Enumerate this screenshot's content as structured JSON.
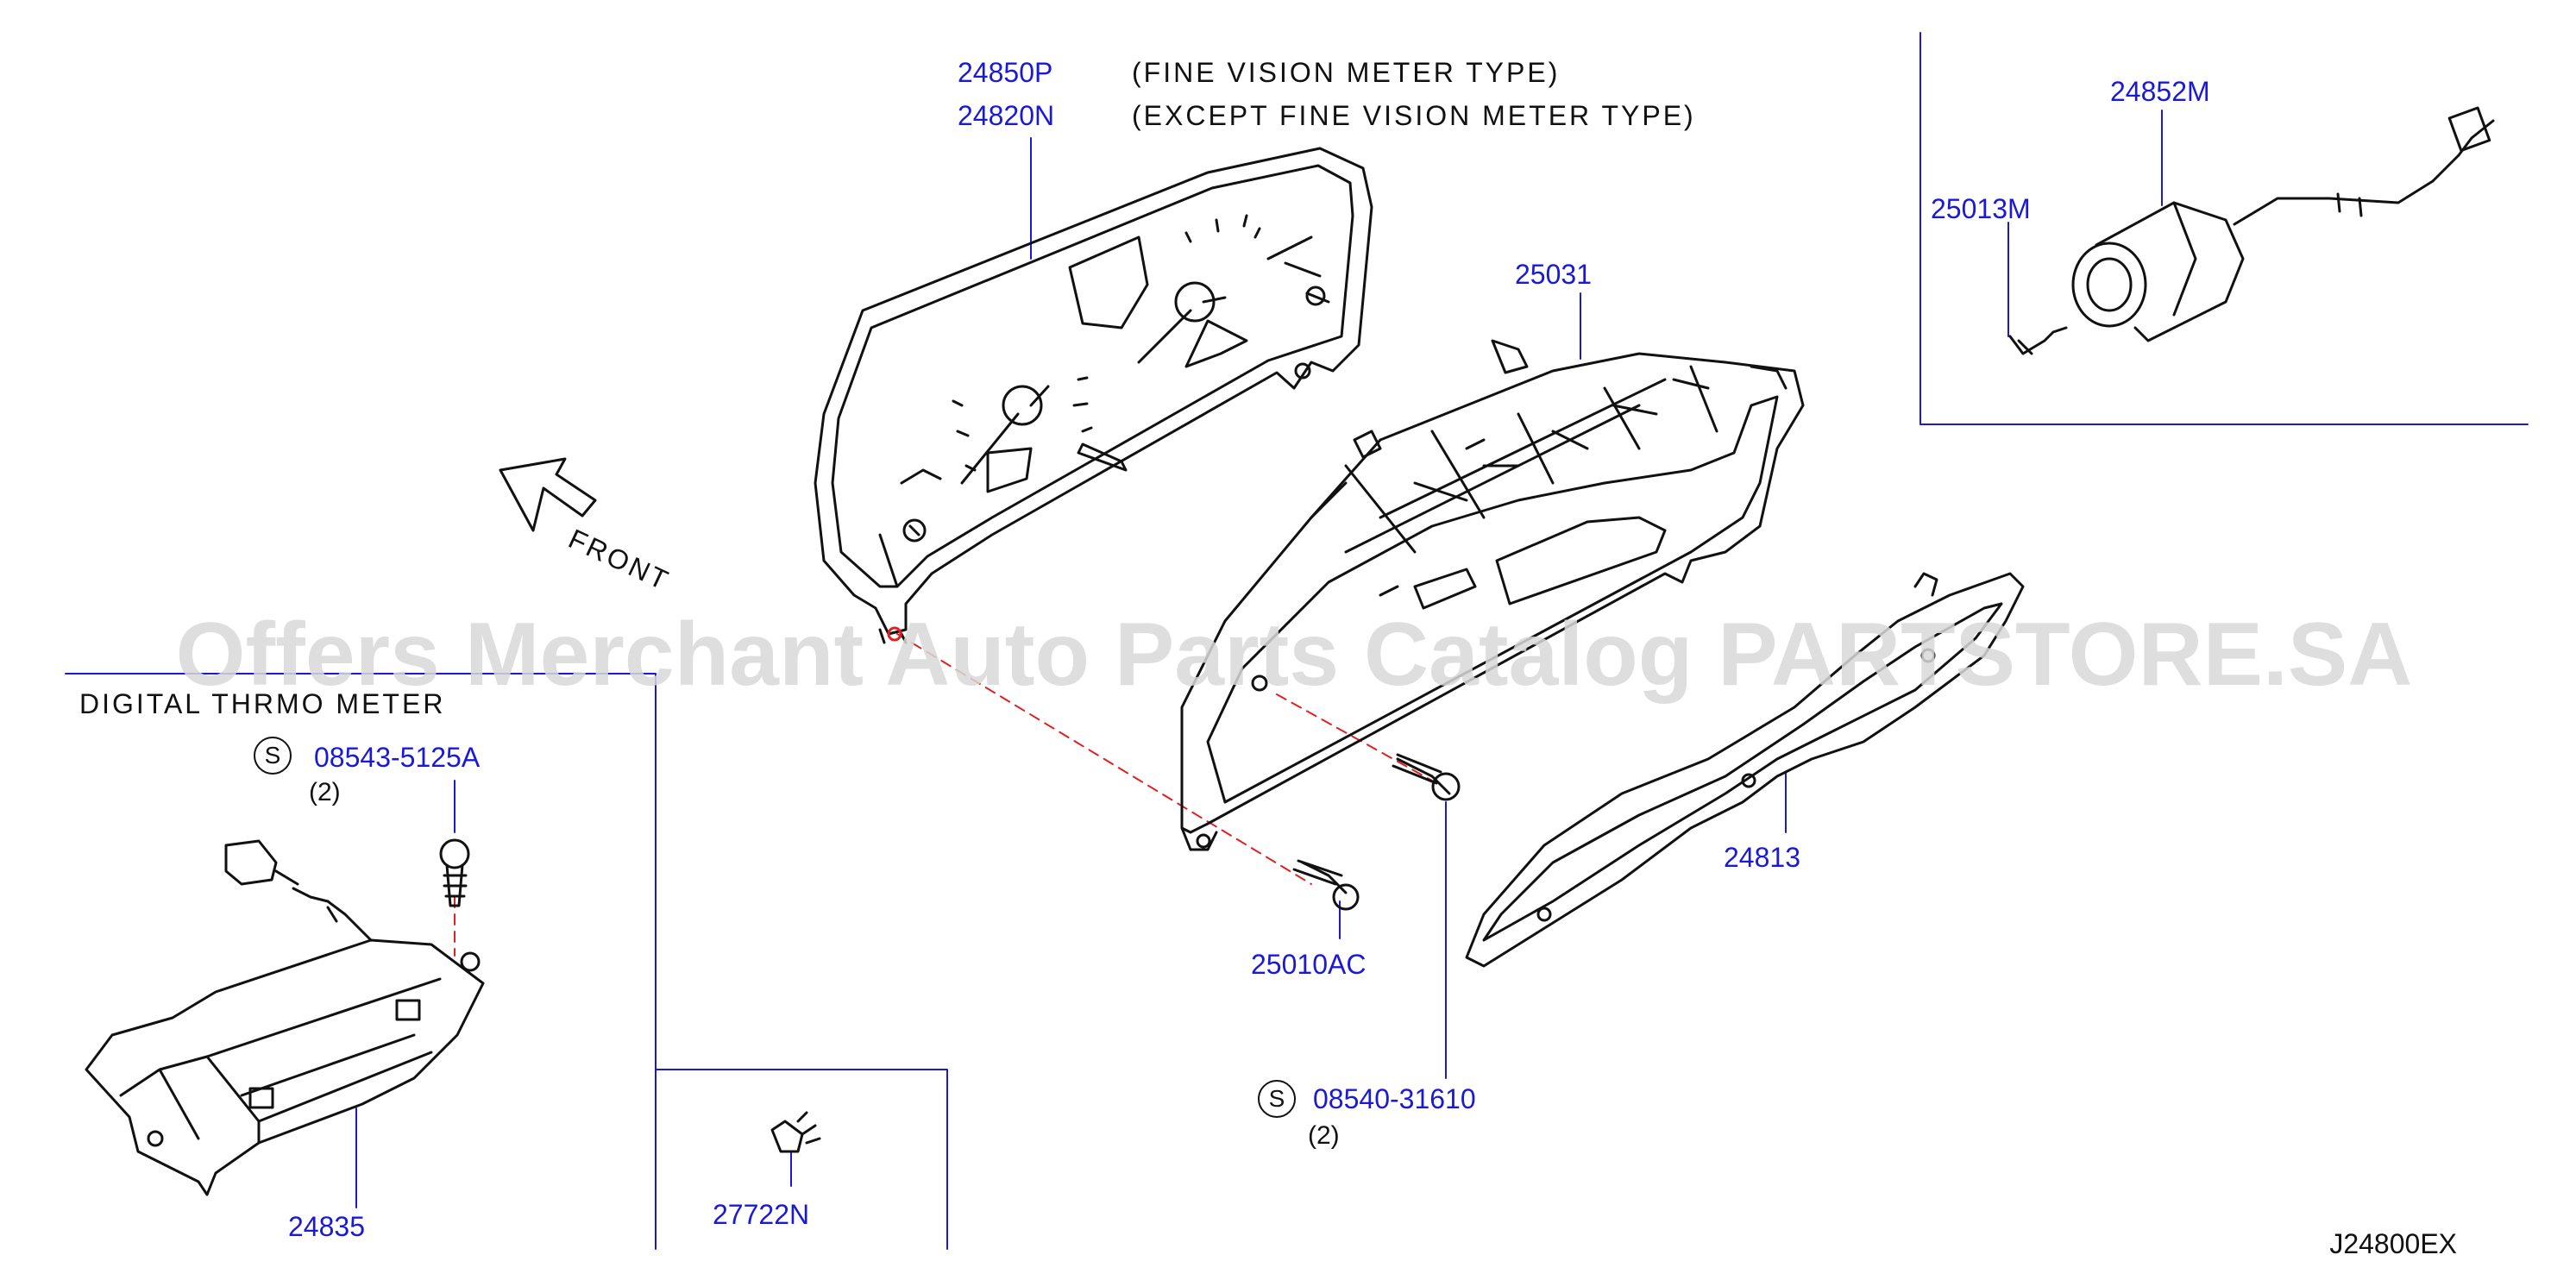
{
  "parts": {
    "p24850P": "24850P",
    "p24820N": "24820N",
    "p25031": "25031",
    "p24852M": "24852M",
    "p25013M": "25013M",
    "p24813": "24813",
    "p25010AC": "25010AC",
    "p08540": "08540-31610",
    "p08543": "08543-5125A",
    "p24835": "24835",
    "p27722N": "27722N"
  },
  "notes": {
    "fine_vision": "(FINE  VISION  METER  TYPE)",
    "except_fine_vision": "(EXCEPT  FINE  VISION  METER  TYPE)",
    "digital_thermo": "DIGITAL  THRMO  METER",
    "front": "FRONT",
    "qty_08543": "(2)",
    "qty_08540": "(2)",
    "s_mark_1": "S",
    "s_mark_2": "S"
  },
  "watermark": "Offers Merchant Auto Parts Catalog PARTSTORE.SA",
  "diagram_code": "J24800EX",
  "colors": {
    "part_number": "#1a1ad6",
    "leader_line": "#1a1ad6",
    "hidden_line": "#e02020",
    "outline": "#111111"
  }
}
